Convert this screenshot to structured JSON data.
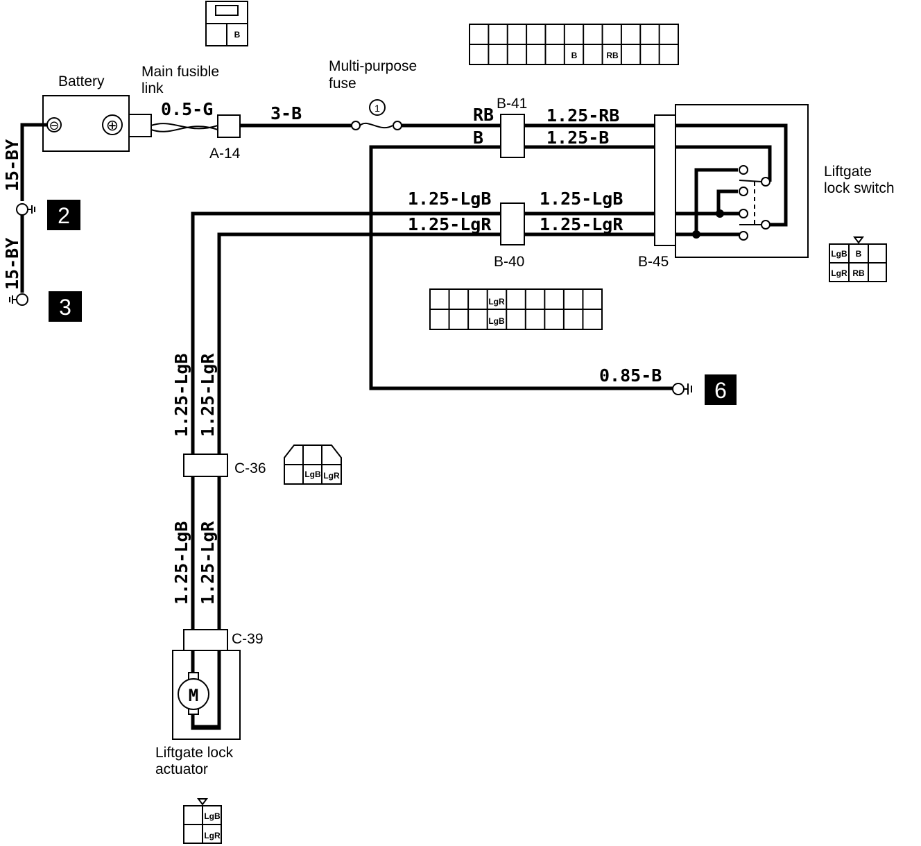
{
  "components": {
    "battery": "Battery",
    "fusible_link_1": "Main fusible",
    "fusible_link_2": "link",
    "fuse_1": "Multi-purpose",
    "fuse_2": "fuse",
    "fuse_number": "1",
    "switch_1": "Liftgate",
    "switch_2": "lock switch",
    "actuator_1": "Liftgate lock",
    "actuator_2": "actuator",
    "motor": "M"
  },
  "connectors": {
    "a14": "A-14",
    "b41": "B-41",
    "b40": "B-40",
    "b45": "B-45",
    "c36": "C-36",
    "c39": "C-39"
  },
  "wires": {
    "battery_ground": "15-BY",
    "ground_lower": "15-BY",
    "fusible": "0.5-G",
    "fuse_feed": "3-B",
    "rb_short": "RB",
    "b_short": "B",
    "rb_125": "1.25-RB",
    "b_125": "1.25-B",
    "lgb_left": "1.25-LgB",
    "lgr_left": "1.25-LgR",
    "lgb_right": "1.25-LgB",
    "lgr_right": "1.25-LgR",
    "ground_6": "0.85-B",
    "v_lgb_upper": "1.25-LgB",
    "v_lgr_upper": "1.25-LgR",
    "v_lgb_lower": "1.25-LgB",
    "v_lgr_lower": "1.25-LgR"
  },
  "ground_refs": {
    "g2": "2",
    "g3": "3",
    "g6": "6"
  },
  "battery_terminals": {
    "negative": "⊖",
    "positive": "⊕"
  },
  "pin_labels": {
    "top_conn_b": "B",
    "b41_b": "B",
    "b41_rb": "RB",
    "b40_lgr": "LgR",
    "b40_lgb": "LgB",
    "b45_lgb": "LgB",
    "b45_b": "B",
    "b45_lgr": "LgR",
    "b45_rb": "RB",
    "c36_lgb": "LgB",
    "c36_lgr": "LgR",
    "c39_lgb": "LgB",
    "c39_lgr": "LgR"
  }
}
